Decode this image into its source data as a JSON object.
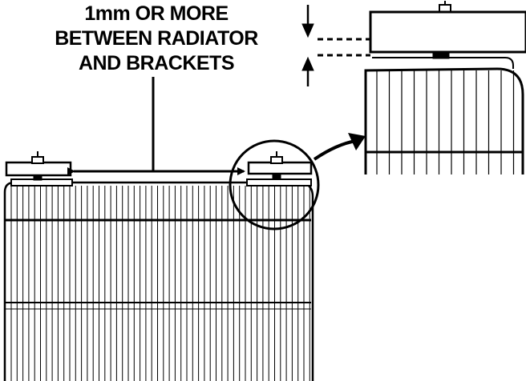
{
  "figure": {
    "label_lines": [
      "1mm OR MORE",
      "BETWEEN RADIATOR",
      "AND BRACKETS"
    ]
  },
  "colors": {
    "ink": "#000000",
    "paper": "#ffffff"
  }
}
